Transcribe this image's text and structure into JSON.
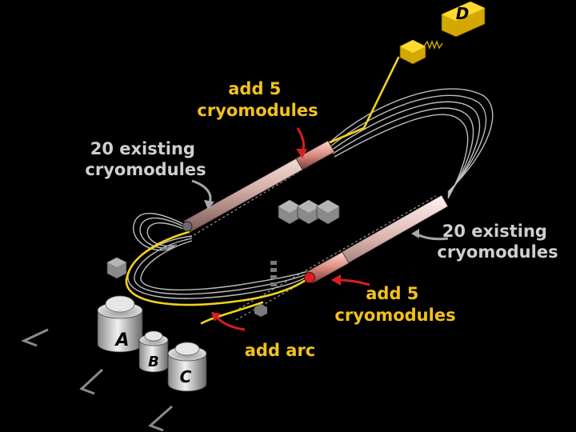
{
  "labels": {
    "hall_d": "D",
    "hall_a": "A",
    "hall_b": "B",
    "hall_c": "C",
    "north_add": [
      "add 5",
      "cryomodules"
    ],
    "north_existing": [
      "20 existing",
      "cryomodules"
    ],
    "south_existing": [
      "20 existing",
      "cryomodules"
    ],
    "south_add": [
      "add 5",
      "cryomodules"
    ],
    "add_arc": "add arc"
  },
  "colors": {
    "background": "#000000",
    "beam": "#f2d21b",
    "accent_red": "#d62022",
    "label_gold": "#f2c21b",
    "label_grey": "#cfcfcf",
    "linac": "#e8c9c4",
    "hall_d_box": "#f2c400"
  }
}
